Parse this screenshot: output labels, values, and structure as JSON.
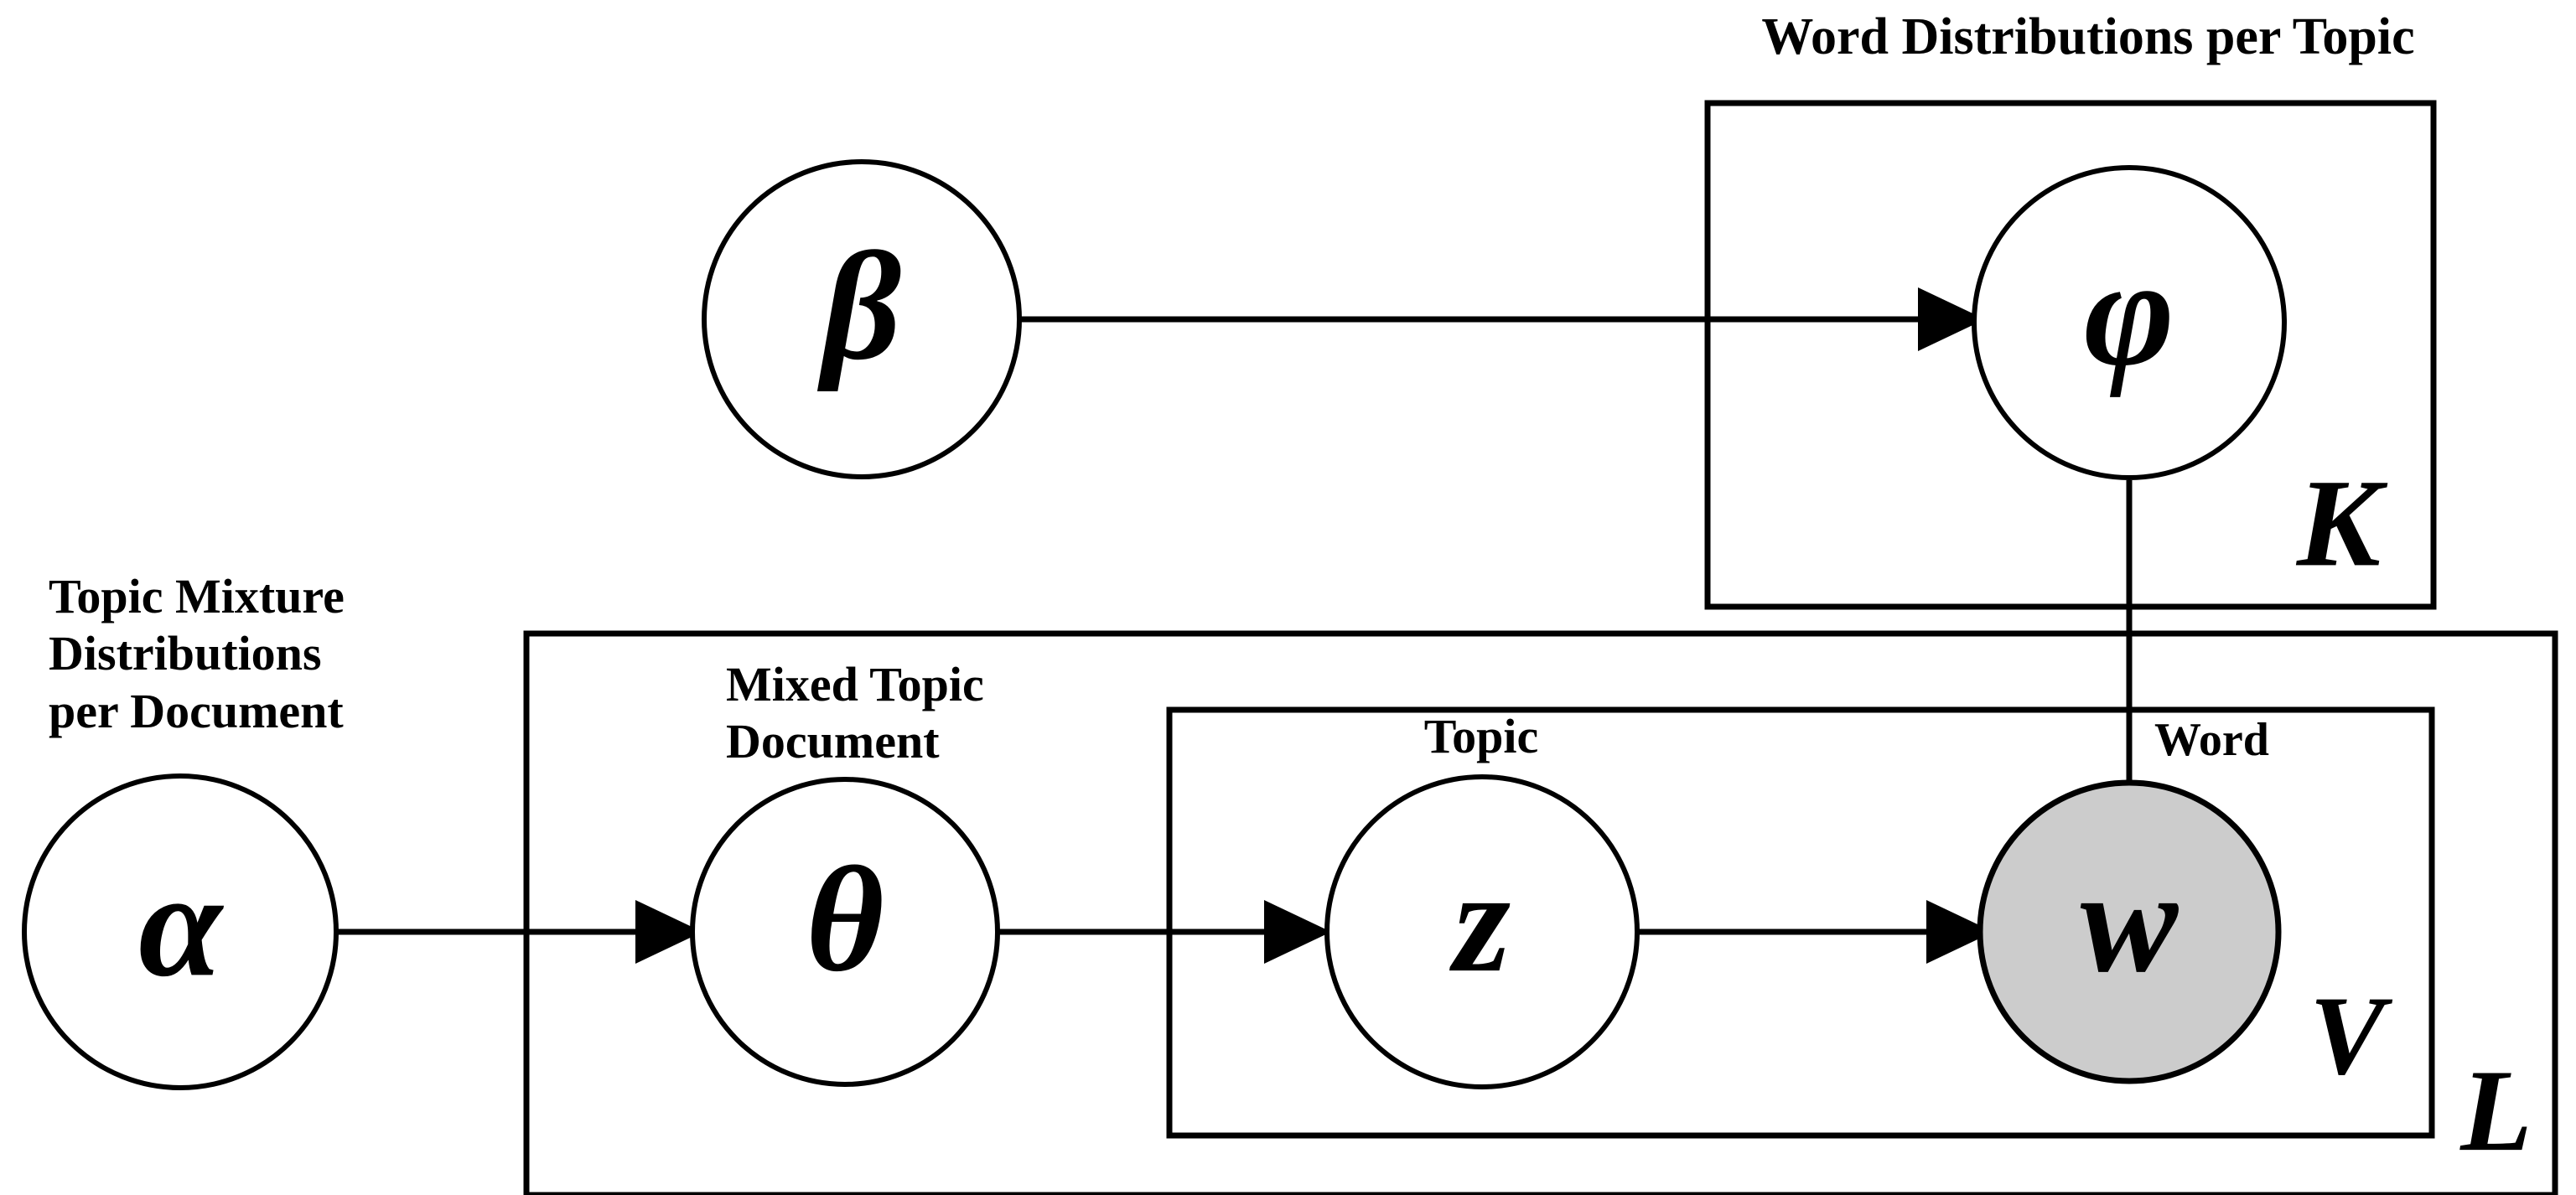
{
  "diagram": {
    "title": "LDA plate notation graphical model",
    "background_color": "#ffffff",
    "line_color": "#000000",
    "shaded_node_fill": "#cccccc",
    "open_node_fill": "#ffffff",
    "nodes": [
      {
        "id": "alpha",
        "glyph": "α",
        "label": "alpha-node",
        "shaded": false
      },
      {
        "id": "beta",
        "glyph": "β",
        "label": "beta-node",
        "shaded": false
      },
      {
        "id": "theta",
        "glyph": "θ",
        "label": "theta-node",
        "shaded": false
      },
      {
        "id": "phi",
        "glyph": "φ",
        "label": "phi-node",
        "shaded": false
      },
      {
        "id": "z",
        "glyph": "z",
        "label": "z-node",
        "shaded": false
      },
      {
        "id": "w",
        "glyph": "w",
        "label": "w-node",
        "shaded": true
      }
    ],
    "plates": [
      {
        "id": "K",
        "label": "K",
        "caption": "Word Distributions per Topic"
      },
      {
        "id": "L",
        "label": "L",
        "caption": ""
      },
      {
        "id": "V",
        "label": "V",
        "caption": ""
      }
    ],
    "captions": {
      "word_distributions": "Word Distributions per Topic",
      "topic_mixture": "Topic Mixture\nDistributions\nper Document",
      "mixed_topic": "Mixed Topic\nDocument",
      "topic": "Topic",
      "word": "Word"
    },
    "plate_labels": {
      "K": "K",
      "L": "L",
      "V": "V"
    },
    "node_glyphs": {
      "alpha": "α",
      "beta": "β",
      "theta": "θ",
      "phi": "φ",
      "z": "z",
      "w": "w"
    },
    "edges": [
      {
        "from": "beta",
        "to": "phi",
        "name": "edge-beta-to-phi"
      },
      {
        "from": "phi",
        "to": "w",
        "name": "edge-phi-to-w"
      },
      {
        "from": "alpha",
        "to": "theta",
        "name": "edge-alpha-to-theta"
      },
      {
        "from": "theta",
        "to": "z",
        "name": "edge-theta-to-z"
      },
      {
        "from": "z",
        "to": "w",
        "name": "edge-z-to-w"
      }
    ]
  }
}
